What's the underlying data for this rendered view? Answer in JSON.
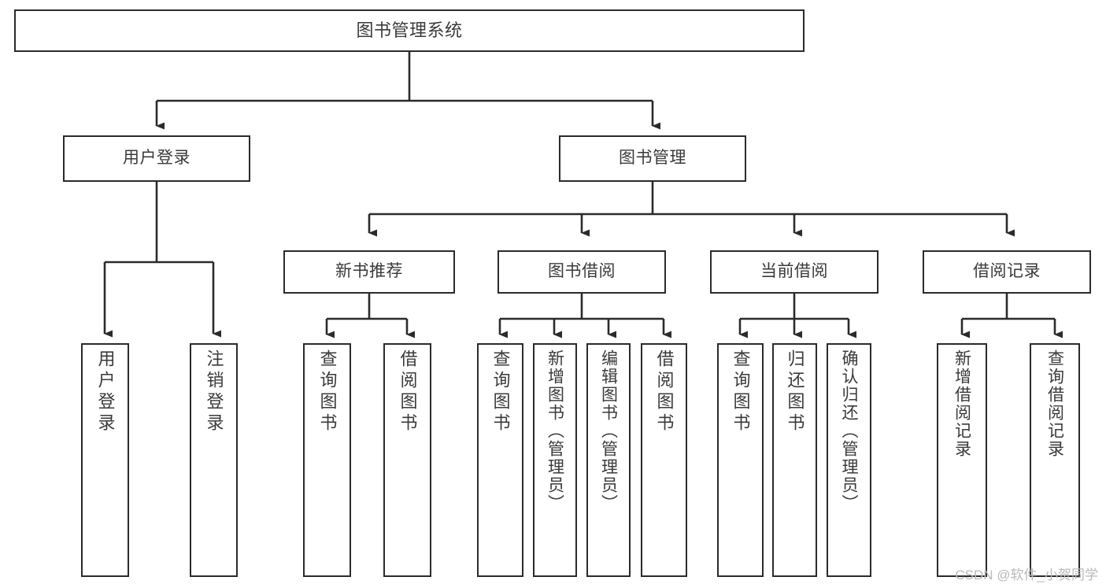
{
  "diagram": {
    "type": "hierarchy-tree",
    "title": "图书管理系统",
    "orientation": "top-down",
    "colors": {
      "box_border": "#2b2b2b",
      "box_fill": "#ffffff",
      "connector": "#2b2b2b",
      "text": "#3a3a3a",
      "watermark": "#b9b9b9",
      "background": "#ffffff"
    },
    "root": {
      "label": "图书管理系统"
    },
    "level2": [
      {
        "id": "user-login",
        "label": "用户登录"
      },
      {
        "id": "book-management",
        "label": "图书管理"
      }
    ],
    "level3": [
      {
        "id": "new-book-recommend",
        "label": "新书推荐",
        "parent": "book-management"
      },
      {
        "id": "book-borrow",
        "label": "图书借阅",
        "parent": "book-management"
      },
      {
        "id": "current-borrow",
        "label": "当前借阅",
        "parent": "book-management"
      },
      {
        "id": "borrow-record",
        "label": "借阅记录",
        "parent": "book-management"
      }
    ],
    "leaves": {
      "user_login": [
        {
          "id": "leaf-user-login",
          "label": "用户登录"
        },
        {
          "id": "leaf-logout-login",
          "label": "注销登录"
        }
      ],
      "new_book_recommend": [
        {
          "id": "leaf-query-book-1",
          "label": "查询图书"
        },
        {
          "id": "leaf-borrow-book-1",
          "label": "借阅图书"
        }
      ],
      "book_borrow": [
        {
          "id": "leaf-query-book-2",
          "label": "查询图书"
        },
        {
          "id": "leaf-add-book",
          "label": "新增图书（管理员）"
        },
        {
          "id": "leaf-edit-book",
          "label": "编辑图书（管理员）"
        },
        {
          "id": "leaf-borrow-book-2",
          "label": "借阅图书"
        }
      ],
      "current_borrow": [
        {
          "id": "leaf-query-book-3",
          "label": "查询图书"
        },
        {
          "id": "leaf-return-book",
          "label": "归还图书"
        },
        {
          "id": "leaf-confirm-return",
          "label": "确认归还（管理员）"
        }
      ],
      "borrow_record": [
        {
          "id": "leaf-add-record",
          "label": "新增借阅记录"
        },
        {
          "id": "leaf-query-record",
          "label": "查询借阅记录"
        }
      ]
    }
  },
  "watermark": {
    "text": "CSDN @软件_小贺同学"
  }
}
